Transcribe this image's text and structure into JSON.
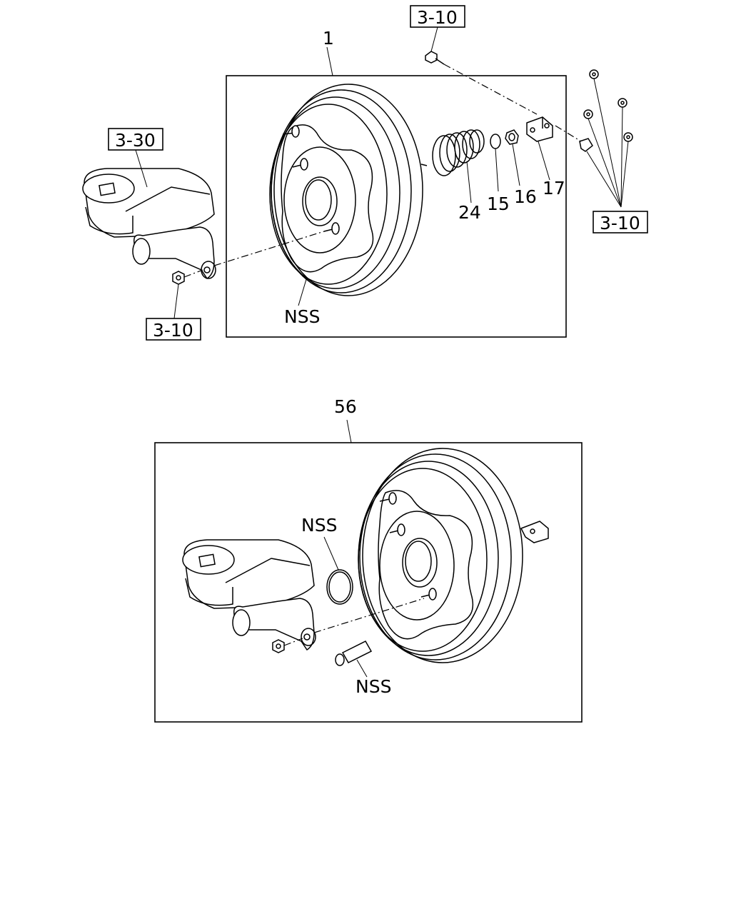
{
  "panel_top": {
    "assembly_label": "1",
    "ref_top": "3-10",
    "ref_master_cylinder": "3-30",
    "ref_nut": "3-10",
    "ref_right": "3-10",
    "label_nss": "NSS",
    "label_24": "24",
    "label_15": "15",
    "label_16": "16",
    "label_17": "17"
  },
  "panel_bottom": {
    "assembly_label": "56",
    "label_nss_oring": "NSS",
    "label_nss_tube": "NSS"
  }
}
